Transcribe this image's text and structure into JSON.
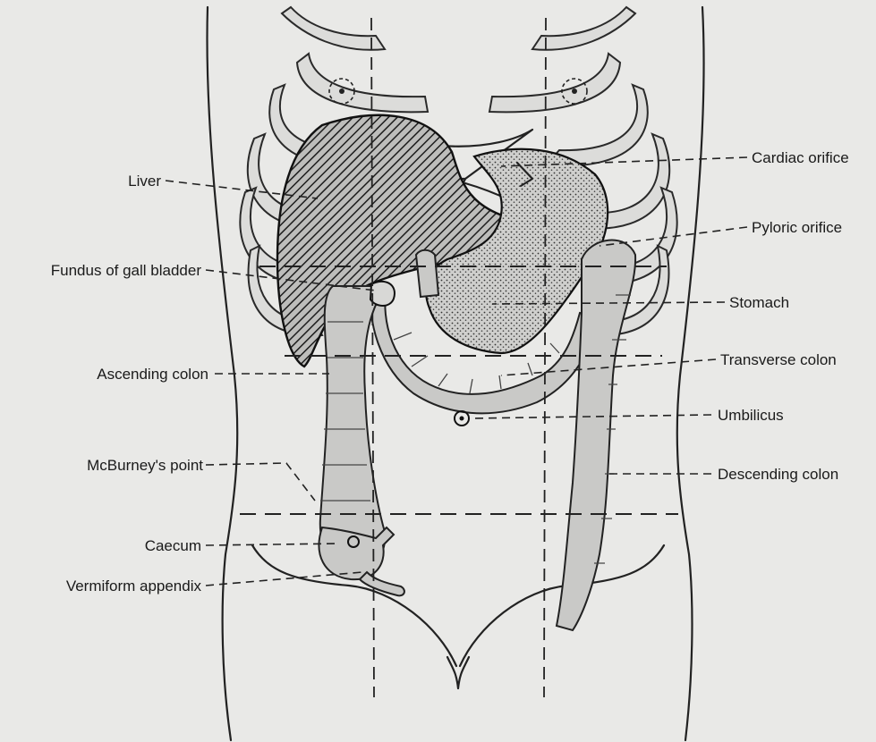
{
  "labels": {
    "liver": "Liver",
    "fundus_gall_bladder": "Fundus of gall bladder",
    "ascending_colon": "Ascending colon",
    "mcburneys_point": "McBurney's point",
    "caecum": "Caecum",
    "vermiform_appendix": "Vermiform appendix",
    "cardiac_orifice": "Cardiac orifice",
    "pyloric_orifice": "Pyloric orifice",
    "stomach": "Stomach",
    "transverse_colon": "Transverse colon",
    "umbilicus": "Umbilicus",
    "descending_colon": "Descending colon"
  },
  "colors": {
    "background": "#e9e9e7",
    "ink": "#222222",
    "organ_fill": "#c9c9c7"
  }
}
